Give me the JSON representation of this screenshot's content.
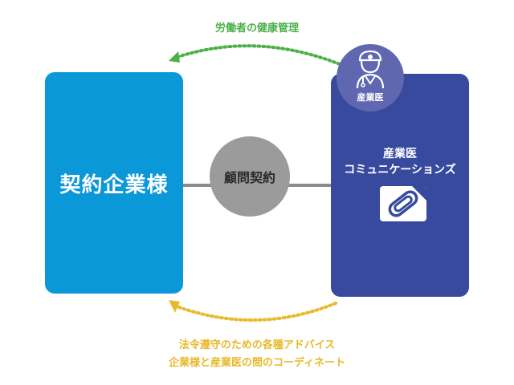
{
  "top_flow": {
    "label": "労働者の健康管理",
    "color": "#4bb04a"
  },
  "client": {
    "label": "契約企業様",
    "color": "#0b98d9"
  },
  "contract": {
    "label": "顧問契約",
    "color": "#9b9b9b"
  },
  "provider": {
    "name_line1": "産業医",
    "name_line2": "コミュニケーションズ",
    "logo_icon": "paperclip-logo-icon",
    "color": "#374a9e"
  },
  "doctor_badge": {
    "label": "産業医",
    "icon": "doctor-icon",
    "color": "#5e67b0"
  },
  "bottom_flow": {
    "line1": "法令遵守のための各種アドバイス",
    "line2": "企業様と産業医の間のコーディネート",
    "color": "#e8b92a"
  }
}
